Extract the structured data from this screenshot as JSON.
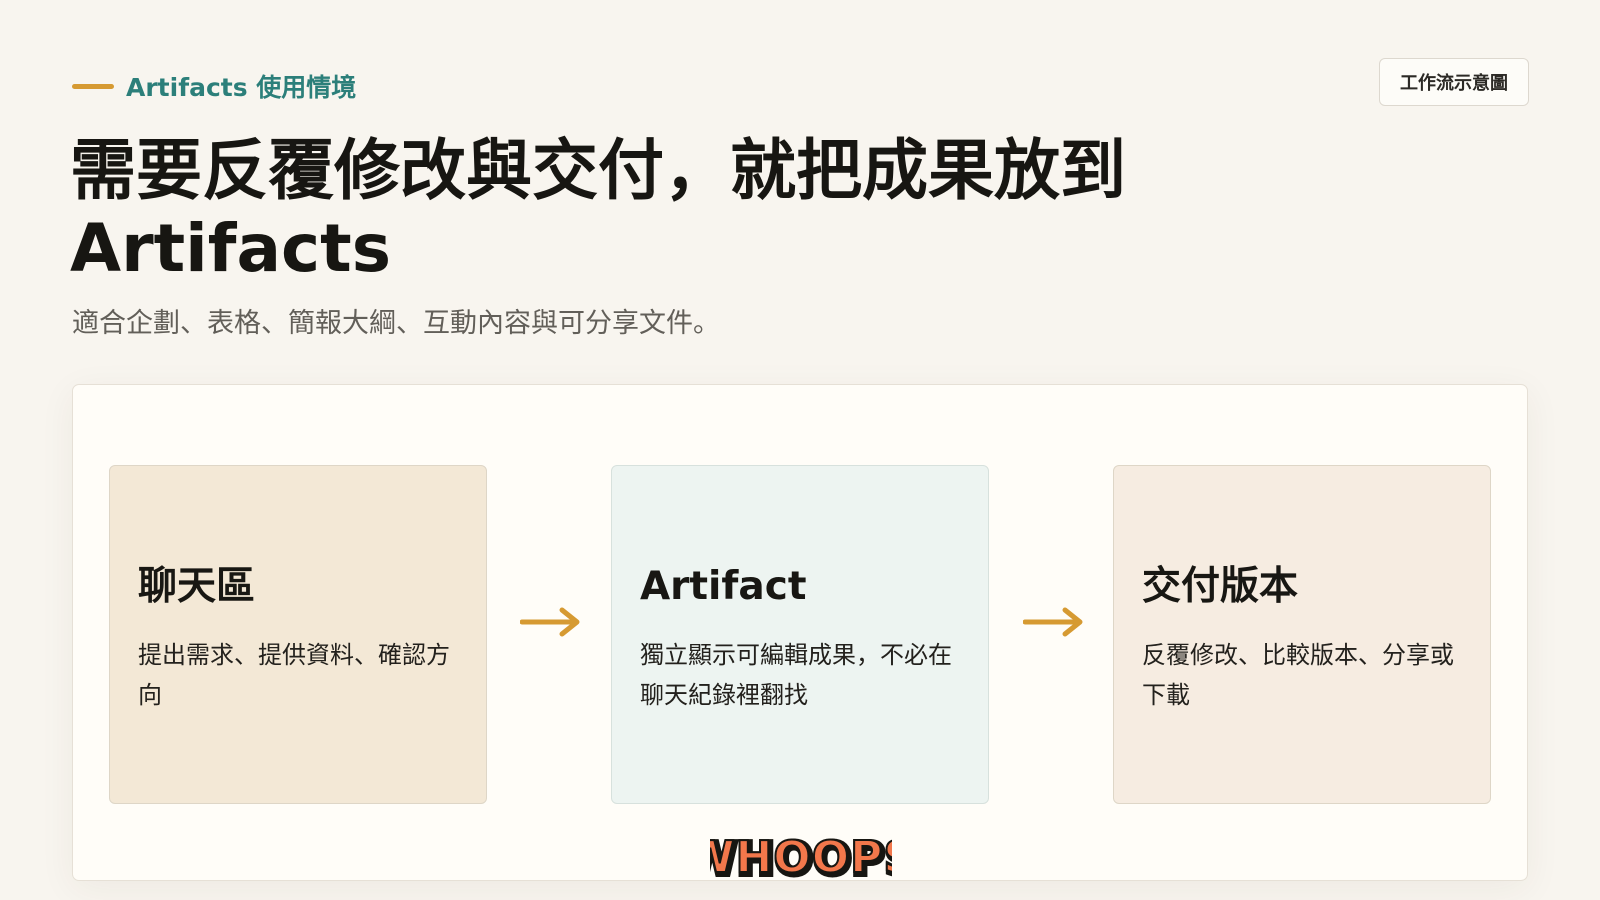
{
  "header": {
    "eyebrow": "Artifacts 使用情境",
    "view_button": "工作流示意圖",
    "title": "需要反覆修改與交付，就把成果放到 Artifacts",
    "subtitle": "適合企劃、表格、簡報大綱、互動內容與可分享文件。"
  },
  "workflow": {
    "cards": [
      {
        "title": "聊天區",
        "body": "提出需求、提供資料、確認方向",
        "background": "#f3e8d6"
      },
      {
        "title": "Artifact",
        "body": "獨立顯示可編輯成果，不必在聊天紀錄裡翻找",
        "background": "#edf4f1"
      },
      {
        "title": "交付版本",
        "body": "反覆修改、比較版本、分享或下載",
        "background": "#f6ece1"
      }
    ],
    "arrow_icon": "right-arrow-icon"
  },
  "watermark": {
    "text": "WHOOPS"
  },
  "colors": {
    "background": "#f8f5ef",
    "accent_teal": "#2c7f7a",
    "accent_gold": "#d69a32",
    "panel": "#fffdf8"
  }
}
